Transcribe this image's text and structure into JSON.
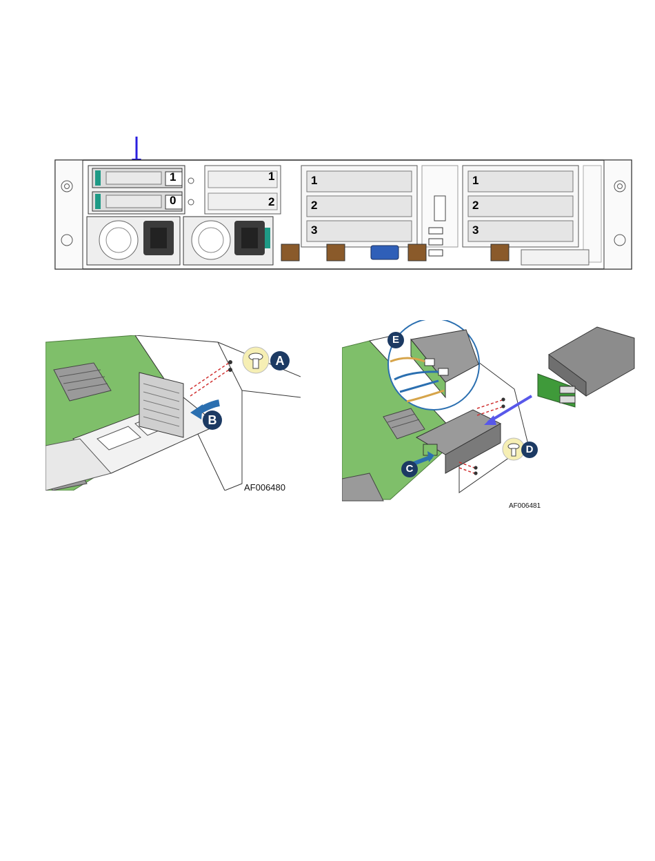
{
  "top_figure": {
    "drive_bays": [
      "1",
      "0"
    ],
    "riser1_slots": [
      "1",
      "2"
    ],
    "riser2_slots": [
      "1",
      "2",
      "3"
    ],
    "riser3_slots": [
      "1",
      "2",
      "3"
    ]
  },
  "left_figure": {
    "callouts": [
      "A",
      "B"
    ],
    "figure_id": "AF006480"
  },
  "right_figure": {
    "callouts": [
      "C",
      "D",
      "E"
    ],
    "figure_id": "AF006481"
  },
  "colors": {
    "indicator_arrow": "#2a1fe0",
    "callout_fill": "#1c3a63",
    "screw_badge": "#f6efb4",
    "board_green": "#7fbf6a",
    "teal_latch": "#1e9a86"
  }
}
